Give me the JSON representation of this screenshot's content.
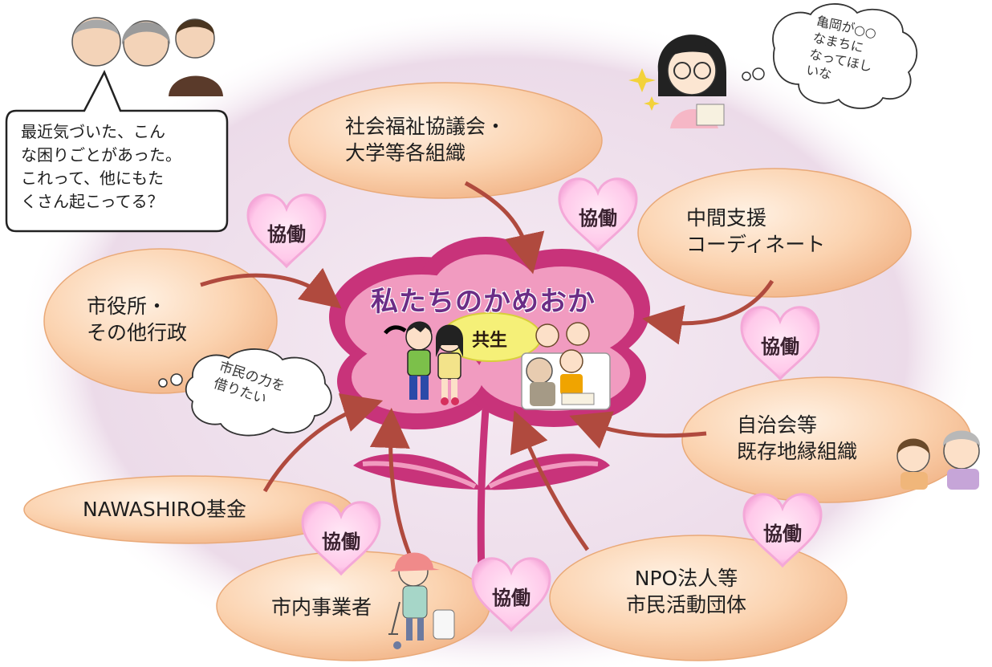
{
  "flower": {
    "title": "私たちのかめおか",
    "center": "共生"
  },
  "nodes": {
    "shakai": "社会福祉協議会・\n大学等各組織",
    "chukan": "中間支援\nコーディネート",
    "shiyakusho": "市役所・\nその他行政",
    "jichikai": "自治会等\n既存地縁組織",
    "nawashiro": "NAWASHIRO基金",
    "jigyosha": "市内事業者",
    "npo": "NPO法人等\n市民活動団体"
  },
  "heart_label": "協働",
  "speech": {
    "residents": "最近気づいた、こん\nな困りごとがあった。\nこれって、他にもた\nくさん起こってる？"
  },
  "clouds": {
    "girl": "亀岡が○○\nなまちに\nなってほし\nいな",
    "city": "市民の力を\n借りたい"
  },
  "colors": {
    "oval_fill": "#fbd3b0",
    "oval_edge": "#e9a978",
    "arrow": "#b04a3e",
    "petal": "#c8337a",
    "petal_inner": "#f19bc0",
    "center": "#f5f078",
    "stem": "#c8337a",
    "heart": "#ffd6ef",
    "background_glow": "#ecdbe9"
  }
}
